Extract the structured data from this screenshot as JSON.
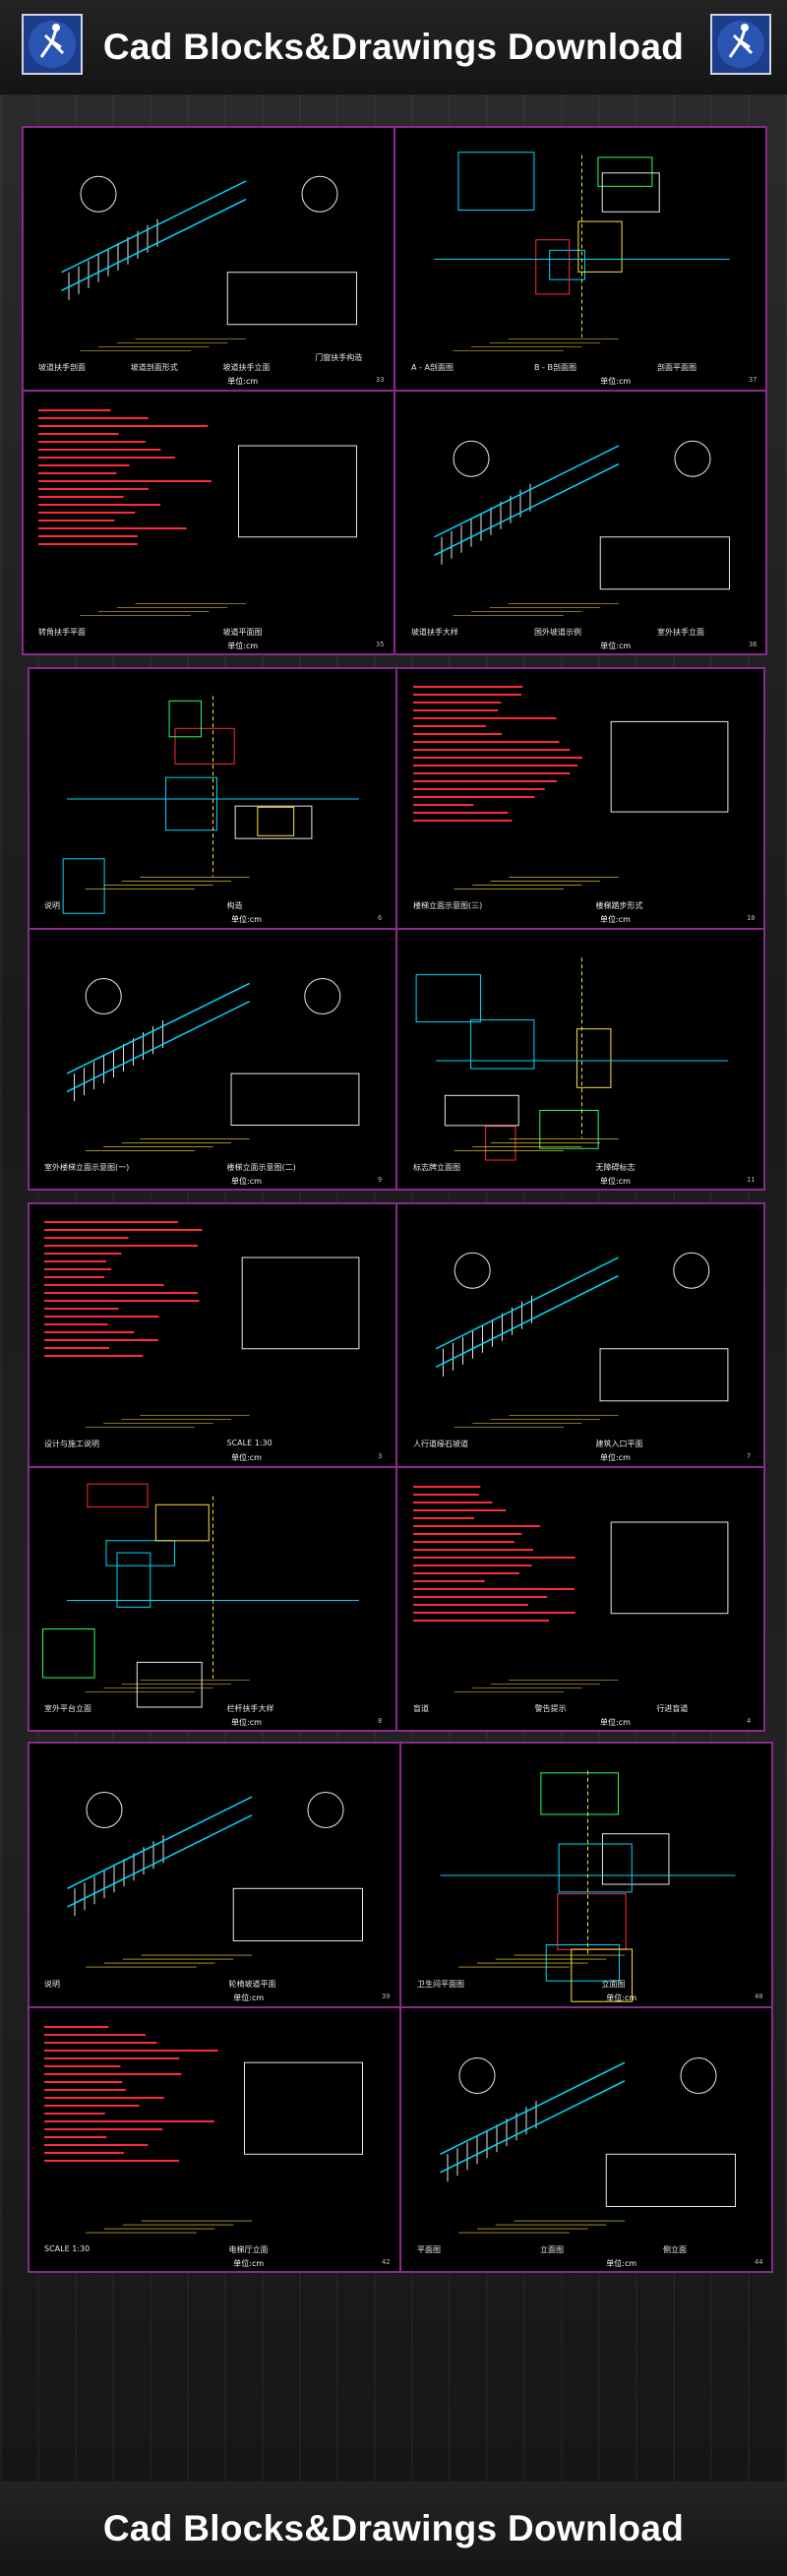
{
  "banner": {
    "top_title": "Cad Blocks&Drawings Download",
    "bottom_title": "Cad Blocks&Drawings Download",
    "logo_icon": "archer-logo-icon"
  },
  "sheets": [
    {
      "panels": [
        {
          "captions": [
            "坡道扶手剖面",
            "坡道剖面形式",
            "坡道扶手立面",
            "门窗扶手构造",
            "单位:cm"
          ],
          "page": "33"
        },
        {
          "captions": [
            "A - A剖面图",
            "B - B剖面图",
            "剖面平面图",
            "单位:cm"
          ],
          "page": "37"
        },
        {
          "captions": [
            "转角扶手平面",
            "坡道平面图",
            "单位:cm"
          ],
          "page": "35"
        },
        {
          "captions": [
            "坡道扶手大样",
            "国外坡道示例",
            "室外扶手立面",
            "单位:cm"
          ],
          "page": "36"
        }
      ]
    },
    {
      "panels": [
        {
          "captions": [
            "说明",
            "构造",
            "单位:cm"
          ],
          "page": "6"
        },
        {
          "captions": [
            "楼梯立面示意图(三)",
            "楼梯踏步形式",
            "单位:cm"
          ],
          "page": "10"
        },
        {
          "captions": [
            "室外楼梯立面示意图(一)",
            "楼梯立面示意图(二)",
            "单位:cm"
          ],
          "page": "9"
        },
        {
          "captions": [
            "标志牌立面图",
            "无障碍标志",
            "单位:cm"
          ],
          "page": "11"
        }
      ]
    },
    {
      "panels": [
        {
          "captions": [
            "设计与施工说明",
            "SCALE 1:30",
            "单位:cm"
          ],
          "page": "3"
        },
        {
          "captions": [
            "人行道缘石坡道",
            "建筑入口平面",
            "单位:cm"
          ],
          "page": "7"
        },
        {
          "captions": [
            "室外平台立面",
            "栏杆扶手大样",
            "单位:cm"
          ],
          "page": "8"
        },
        {
          "captions": [
            "盲道",
            "警告提示",
            "行进盲道",
            "单位:cm"
          ],
          "page": "4"
        }
      ]
    },
    {
      "panels": [
        {
          "captions": [
            "说明",
            "轮椅坡道平面",
            "单位:cm"
          ],
          "page": "39"
        },
        {
          "captions": [
            "卫生间平面图",
            "立面图",
            "单位:cm"
          ],
          "page": "40"
        },
        {
          "captions": [
            "SCALE 1:30",
            "电梯厅立面",
            "单位:cm"
          ],
          "page": "42"
        },
        {
          "captions": [
            "平面图",
            "立面图",
            "侧立面",
            "单位:cm"
          ],
          "page": "44"
        }
      ]
    }
  ],
  "palette": {
    "frame": "#8a2a8f",
    "cad_cyan": "#00d8ff",
    "cad_red": "#ff2a3a",
    "cad_yellow": "#ffe23a",
    "cad_green": "#2bff5a",
    "cad_white": "#e8e8e8"
  }
}
